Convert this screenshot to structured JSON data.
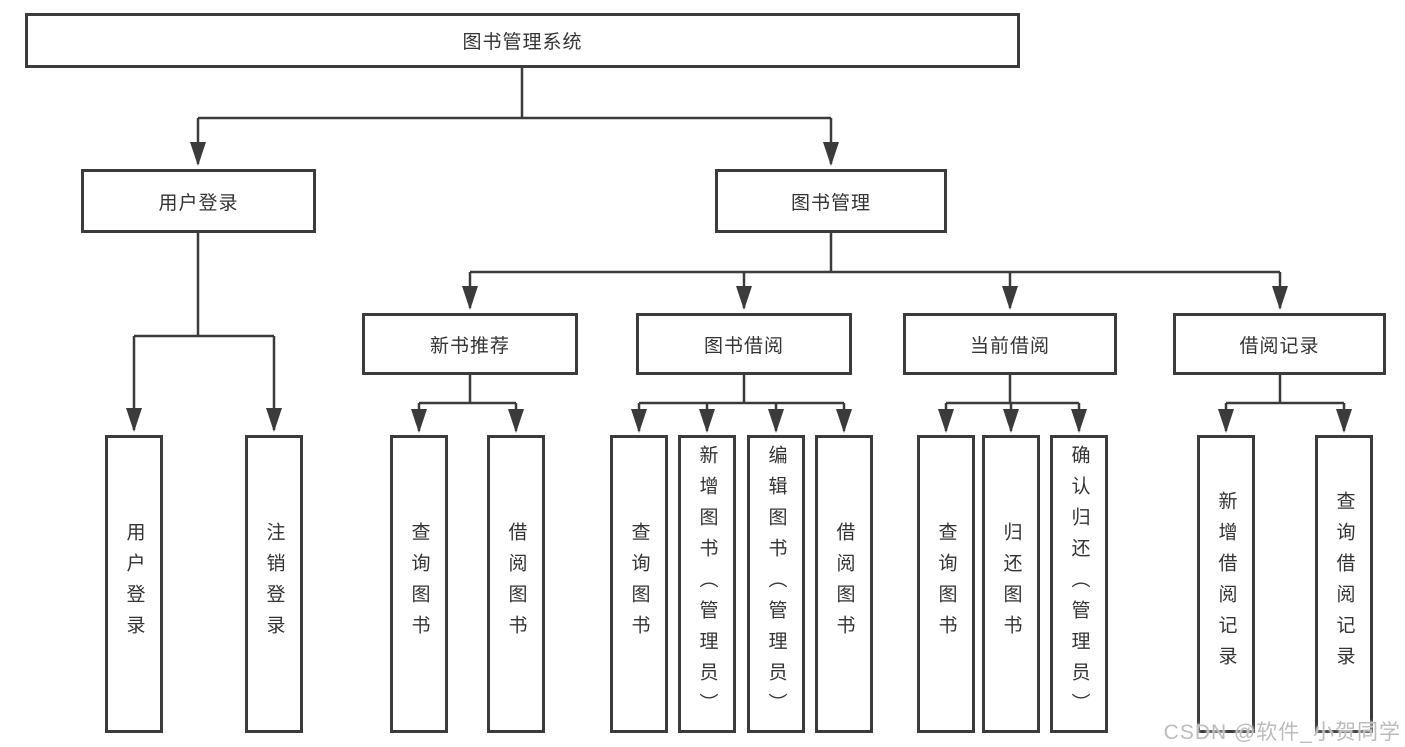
{
  "title": {
    "label": "图书管理系统"
  },
  "branches": {
    "user_login": {
      "label": "用户登录",
      "leaves": [
        "用户登录",
        "注销登录"
      ]
    },
    "book_management": {
      "label": "图书管理"
    }
  },
  "modules": [
    {
      "label": "新书推荐",
      "leaves": [
        "查询图书",
        "借阅图书"
      ]
    },
    {
      "label": "图书借阅",
      "leaves": [
        "查询图书",
        "新增图书（管理员）",
        "编辑图书（管理员）",
        "借阅图书"
      ]
    },
    {
      "label": "当前借阅",
      "leaves": [
        "查询图书",
        "归还图书",
        "确认归还（管理员）"
      ]
    },
    {
      "label": "借阅记录",
      "leaves": [
        "新增借阅记录",
        "查询借阅记录"
      ]
    }
  ],
  "watermark": {
    "text": "CSDN @软件_小贺同学"
  },
  "colors": {
    "line": "#3b3b3b",
    "text": "#333333",
    "watermark": "#bcbcbc",
    "background": "#ffffff"
  }
}
